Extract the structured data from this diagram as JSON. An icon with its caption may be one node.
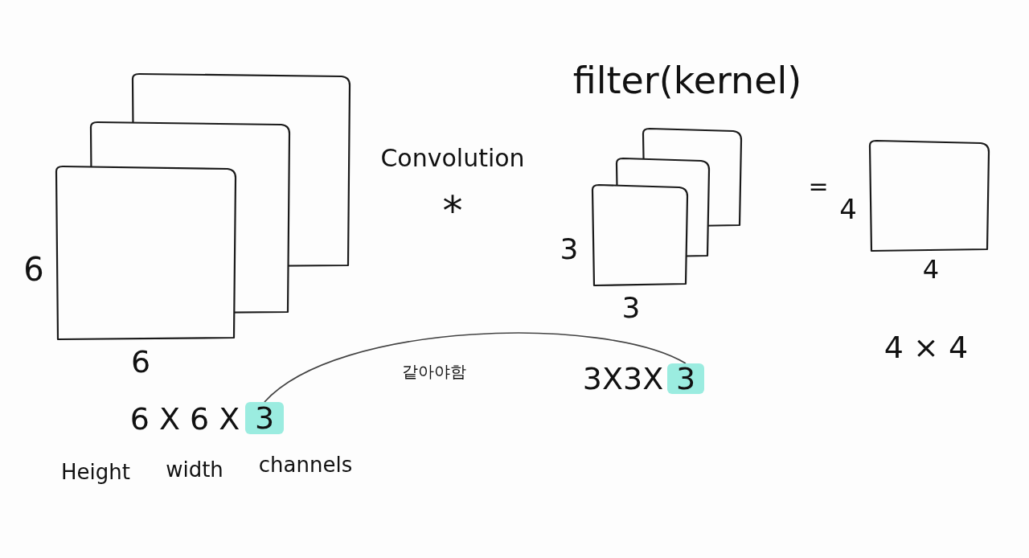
{
  "diagram": {
    "title": "filter(kernel)",
    "nodes": [
      {
        "text": [
          "3"
        ]
      },
      {
        "text": [
          "3"
        ]
      }
    ],
    "edges": [
      {
        "from": 0,
        "to": 1,
        "arrow": "none",
        "label": "같아야함"
      }
    ],
    "labels": [
      "Convolution",
      "*",
      "=",
      "4",
      "6",
      "3",
      "4",
      "3",
      "6",
      "4 × 4",
      "3X3X",
      "6 X 6 X",
      "Height",
      "width",
      "channels"
    ]
  }
}
